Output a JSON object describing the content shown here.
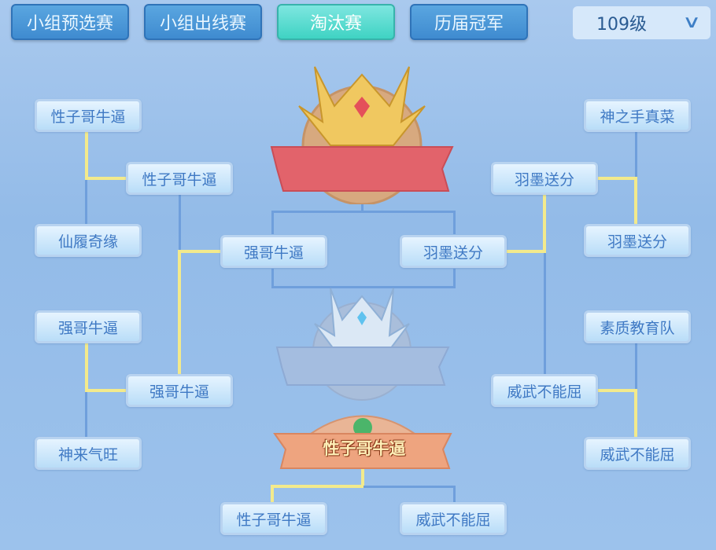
{
  "tabs": [
    {
      "label": "小组预选赛"
    },
    {
      "label": "小组出线赛"
    },
    {
      "label": "淘汰赛",
      "active": true
    },
    {
      "label": "历届冠军"
    }
  ],
  "level_select": {
    "value": "109级"
  },
  "bracket": {
    "left_r1": [
      "性子哥牛逼",
      "仙履奇缘",
      "强哥牛逼",
      "神来气旺"
    ],
    "left_r2": [
      "性子哥牛逼",
      "强哥牛逼"
    ],
    "right_r1": [
      "神之手真菜",
      "羽墨送分",
      "素质教育队",
      "威武不能屈"
    ],
    "right_r2": [
      "羽墨送分",
      "威武不能屈"
    ],
    "semis": [
      "强哥牛逼",
      "羽墨送分"
    ],
    "third_place_winner": "性子哥牛逼",
    "third_place": [
      "性子哥牛逼",
      "威武不能屈"
    ]
  },
  "colors": {
    "winner_line": "#f3ea8c",
    "loser_line": "#6f9fdc",
    "active_tab": "#3fd3c3"
  }
}
